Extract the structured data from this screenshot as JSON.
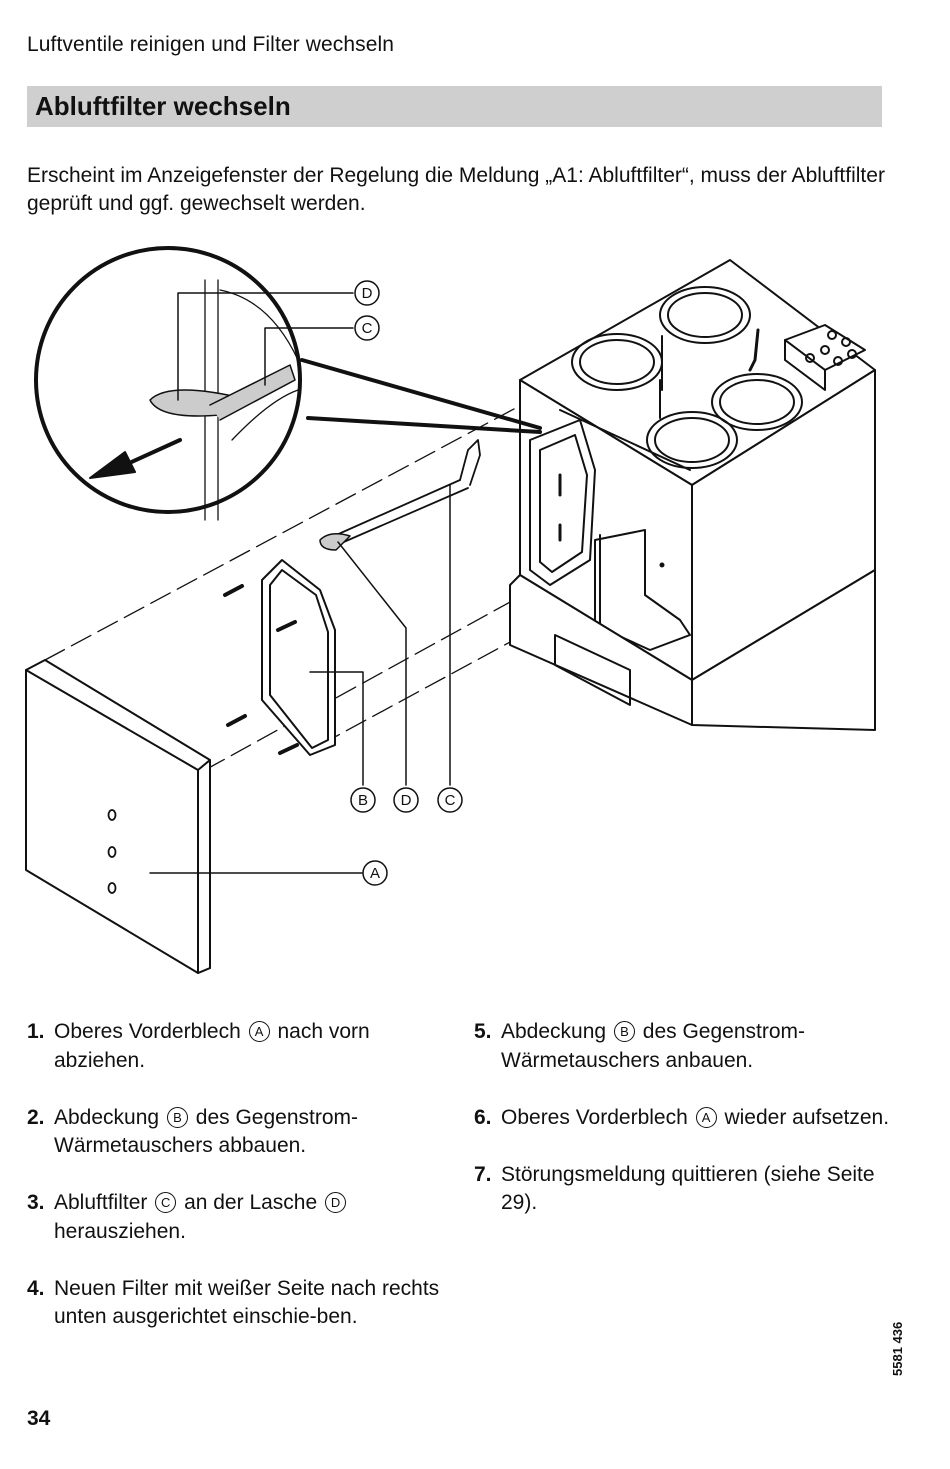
{
  "header": {
    "running_title": "Luftventile reinigen und Filter wechseln"
  },
  "section": {
    "title": "Abluftfilter wechseln"
  },
  "intro": {
    "text": "Erscheint im Anzeigefenster der Regelung die Meldung „A1: Abluftfilter“, muss der Abluftfilter geprüft und ggf. gewechselt werden."
  },
  "figure": {
    "callouts": {
      "A": "A",
      "B": "B",
      "C": "C",
      "D": "D"
    }
  },
  "steps_left": [
    {
      "num": "1.",
      "before": "Oberes Vorderblech",
      "ref": "A",
      "after": "nach vorn abziehen."
    },
    {
      "num": "2.",
      "before": "Abdeckung",
      "ref": "B",
      "after": "des Gegenstrom-Wärmetauschers abbauen."
    },
    {
      "num": "3.",
      "before": "Abluftfilter",
      "ref": "C",
      "middle": "an der Lasche",
      "ref2": "D",
      "after": "herausziehen."
    },
    {
      "num": "4.",
      "before": "Neuen Filter mit weißer Seite nach rechts unten ausgerichtet einschie-ben."
    }
  ],
  "steps_right": [
    {
      "num": "5.",
      "before": "Abdeckung",
      "ref": "B",
      "after": "des Gegenstrom-Wärmetauschers anbauen."
    },
    {
      "num": "6.",
      "before": "Oberes Vorderblech",
      "ref": "A",
      "after": "wieder aufsetzen."
    },
    {
      "num": "7.",
      "before": "Störungsmeldung quittieren (siehe Seite 29)."
    }
  ],
  "footer": {
    "page_number": "34",
    "doc_number": "5581 436"
  }
}
